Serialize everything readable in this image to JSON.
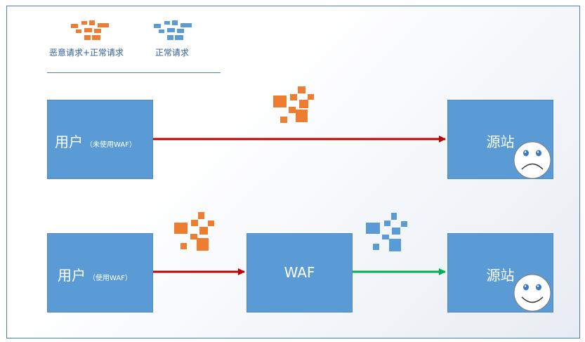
{
  "legend": {
    "malicious_label": "恶意请求+正常请求",
    "normal_label": "正常请求"
  },
  "row_without_waf": {
    "user_label": "用户",
    "user_note": "（未使用WAF）",
    "origin_label": "源站",
    "origin_face": "sad"
  },
  "row_with_waf": {
    "user_label": "用户",
    "user_note": "（使用WAF）",
    "waf_label": "WAF",
    "origin_label": "源站",
    "origin_face": "happy"
  },
  "colors": {
    "node_fill": "#5b9bd5",
    "malicious_traffic": "#ed7d31",
    "normal_traffic": "#5b9bd5",
    "arrow_blocked_path": "#c00000",
    "arrow_clean_path": "#00b050"
  }
}
